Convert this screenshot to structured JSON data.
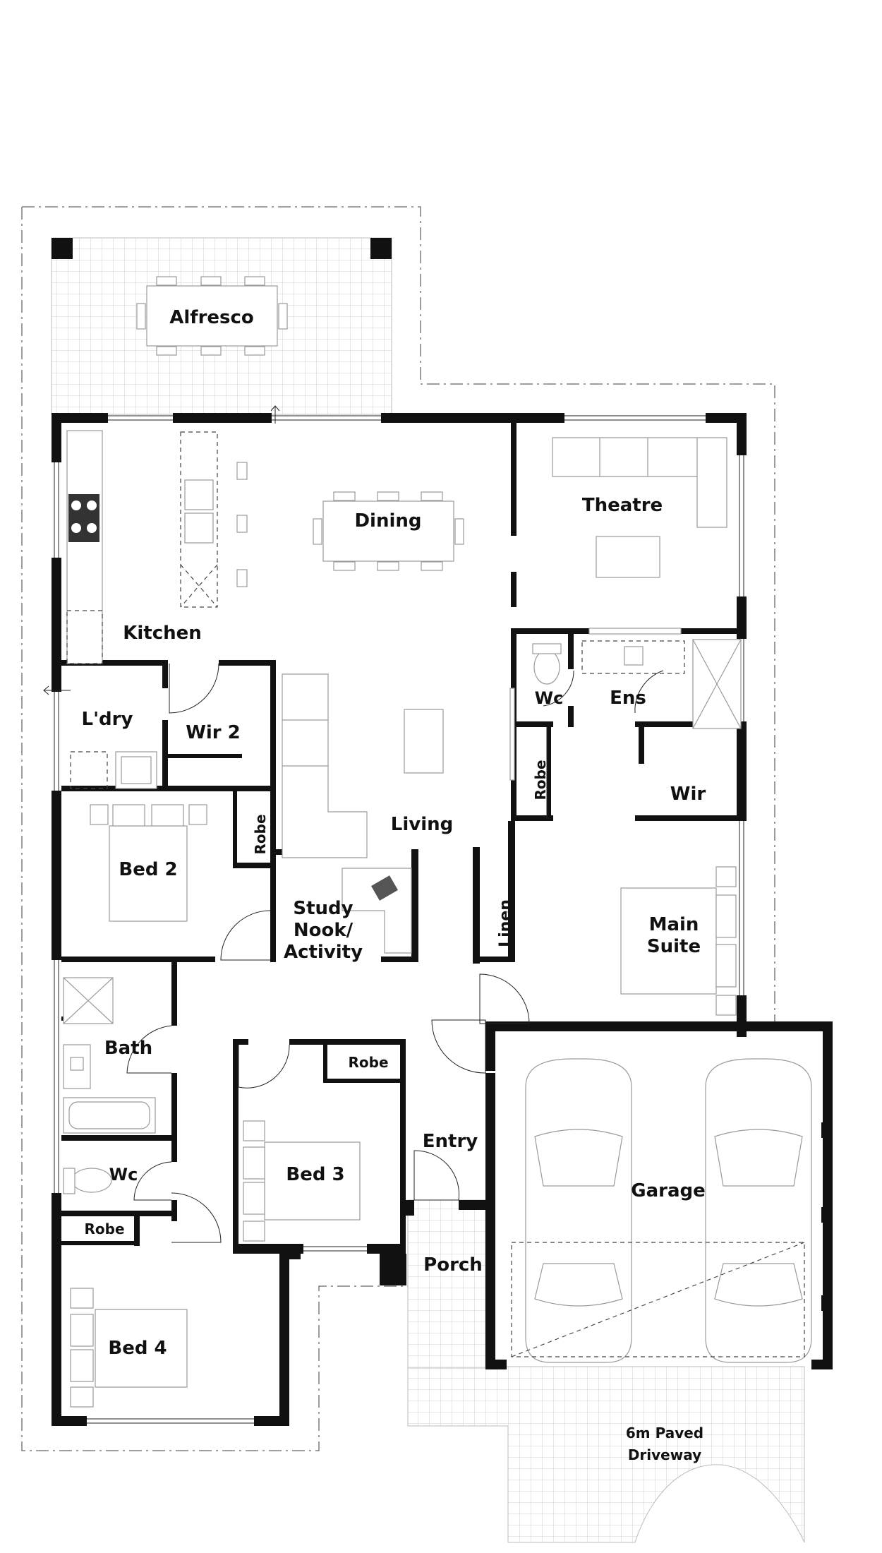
{
  "floorplan": {
    "rooms": {
      "alfresco": "Alfresco",
      "dining": "Dining",
      "theatre": "Theatre",
      "kitchen": "Kitchen",
      "laundry": "L'dry",
      "wir2": "Wir 2",
      "wc_ensuite": "Wc",
      "ensuite": "Ens",
      "robe_master": "Robe",
      "wir": "Wir",
      "bed2": "Bed 2",
      "robe_bed2": "Robe",
      "living": "Living",
      "study_line1": "Study",
      "study_line2": "Nook/",
      "study_line3": "Activity",
      "linen": "Linen",
      "main_suite_line1": "Main",
      "main_suite_line2": "Suite",
      "bath": "Bath",
      "robe_bed3": "Robe",
      "bed3": "Bed 3",
      "entry": "Entry",
      "garage": "Garage",
      "wc_bath": "Wc",
      "robe_bed4": "Robe",
      "porch": "Porch",
      "bed4": "Bed 4",
      "driveway_line1": "6m Paved",
      "driveway_line2": "Driveway"
    },
    "colors": {
      "wall": "#111111",
      "furniture": "#9a9a9a",
      "tile": "#cfcfcf",
      "background": "#ffffff"
    }
  }
}
